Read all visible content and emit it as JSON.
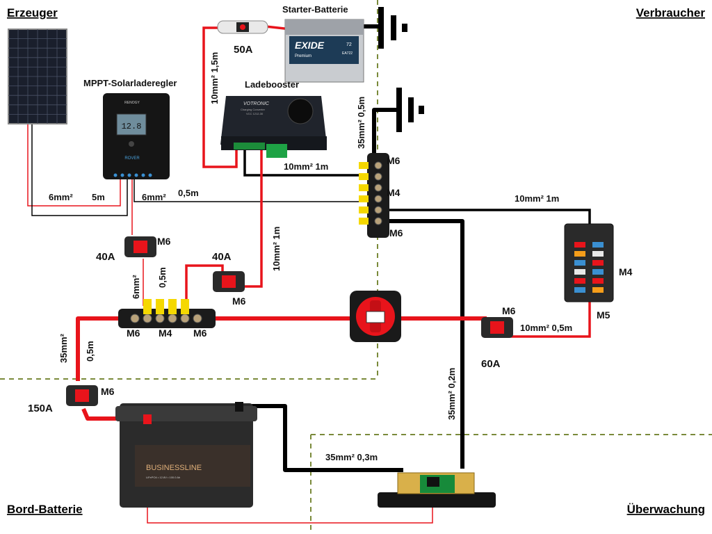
{
  "sections": {
    "producer": "Erzeuger",
    "consumer": "Verbraucher",
    "house_battery": "Bord-Batterie",
    "monitoring": "Überwachung"
  },
  "components": {
    "starter_battery": "Starter-Batterie",
    "mppt": "MPPT-Solarladeregler",
    "booster": "Ladebooster",
    "starter_battery_brand": "EXIDE",
    "starter_battery_sub": "Premium",
    "starter_battery_code": "EA722",
    "starter_battery_ah": "72",
    "mppt_brand": "RENOGY",
    "mppt_model": "ROVER",
    "mppt_display": "12.8",
    "booster_brand": "VOTRONIC",
    "booster_sub": "Charging Converter",
    "booster_model": "VCC 1212-30",
    "house_battery_brand": "BUSINESSLINE",
    "house_battery_spec": "LiFePO4 • 12.8V • 100.0 Ah"
  },
  "fuses": {
    "starter": "50A",
    "mppt": "40A",
    "booster": "40A",
    "consumer": "60A",
    "battery": "150A"
  },
  "cables": {
    "starter_fuse": "10mm² 1,5m",
    "ground_starter": "35mm²  0,5m",
    "booster_minus": "10mm² 1m",
    "booster_plus": "10mm² 1m",
    "solar_size": "6mm²",
    "solar_length": "5m",
    "mppt_minus_size": "6mm²",
    "mppt_minus_length": "0,5m",
    "fusebox_minus": "10mm²  1m",
    "mppt_plus_size": "6mm²",
    "mppt_plus_length": "0,5m",
    "battery_plus_size": "35mm²",
    "battery_plus_length": "0,5m",
    "consumer_plus": "10mm² 0,5m",
    "shunt_minus": "35mm² 0,2m",
    "battery_shunt": "35mm² 0,3m"
  },
  "terminals": {
    "neg_top": "M6",
    "neg_mid": "M4",
    "neg_bottom": "M6",
    "pos_left": "M6",
    "pos_mid": "M4",
    "pos_right": "M6",
    "fusebox_main": "M4",
    "fusebox_neg": "M5",
    "fuse_mppt": "M6",
    "fuse_booster": "M6",
    "fuse_consumer": "M6",
    "fuse_battery": "M6"
  },
  "colors": {
    "positive_wire": "#e8141b",
    "negative_wire": "#000000",
    "yellow_terminal": "#f5d800",
    "section_divider": "#7a8a3a"
  }
}
